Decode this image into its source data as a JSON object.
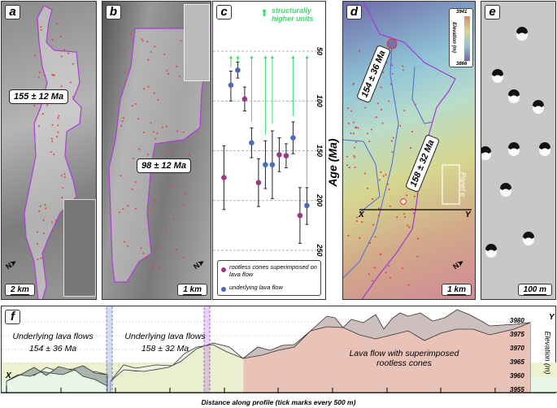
{
  "panels": {
    "a": {
      "label": "a",
      "age": "155 ± 12 Ma",
      "scale": "2 km",
      "north": "N"
    },
    "b": {
      "label": "b",
      "age": "98 ± 12 Ma",
      "scale": "1 km",
      "north": "N"
    },
    "d": {
      "label": "d",
      "ages": [
        "154 ± 36 Ma",
        "158 ± 32 Ma"
      ],
      "scale": "1 km",
      "north": "N",
      "legend": {
        "title": "Elevation (m)",
        "max": "3941",
        "min": "3866"
      },
      "profile_start": "X",
      "profile_end": "Y",
      "box_label": "Panel e"
    },
    "e": {
      "label": "e",
      "scale": "100 m"
    }
  },
  "chart_data": {
    "type": "scatter",
    "label": "c",
    "ylabel": "Age (Ma)",
    "ylim": [
      45,
      260
    ],
    "y_reversed": true,
    "yticks": [
      50,
      100,
      150,
      200,
      250
    ],
    "grid": true,
    "annotation": "structurally higher units",
    "legend": {
      "placement": "bottom",
      "entries": [
        {
          "name": "rootless cones superimposed on lava flow",
          "color": "#9b3a82"
        },
        {
          "name": "underlying lava flow",
          "color": "#4a6bb5"
        }
      ]
    },
    "points": [
      {
        "group": "rootless cones superimposed on lava flow",
        "age": 177,
        "low": 145,
        "high": 209,
        "arrow": false
      },
      {
        "group": "underlying lava flow",
        "age": 84,
        "low": 70,
        "high": 100,
        "arrow": true,
        "arrow_from": 66
      },
      {
        "group": "underlying lava flow",
        "age": 69,
        "low": 61,
        "high": 77,
        "arrow": true,
        "arrow_from": 63
      },
      {
        "group": "rootless cones superimposed on lava flow",
        "age": 98,
        "low": 86,
        "high": 110,
        "arrow": false
      },
      {
        "group": "underlying lava flow",
        "age": 142,
        "low": 127,
        "high": 157,
        "arrow": true,
        "arrow_from": 121
      },
      {
        "group": "rootless cones superimposed on lava flow",
        "age": 182,
        "low": 158,
        "high": 206,
        "arrow": false
      },
      {
        "group": "underlying lava flow",
        "age": 164,
        "low": 140,
        "high": 188,
        "arrow": true,
        "arrow_from": 134
      },
      {
        "group": "underlying lava flow",
        "age": 164,
        "low": 130,
        "high": 198,
        "arrow": true,
        "arrow_from": 123
      },
      {
        "group": "rootless cones superimposed on lava flow",
        "age": 154,
        "low": 137,
        "high": 171,
        "arrow": false
      },
      {
        "group": "rootless cones superimposed on lava flow",
        "age": 155,
        "low": 143,
        "high": 167,
        "arrow": false
      },
      {
        "group": "underlying lava flow",
        "age": 137,
        "low": 121,
        "high": 153,
        "arrow": true,
        "arrow_from": 115
      },
      {
        "group": "rootless cones superimposed on lava flow",
        "age": 215,
        "low": 187,
        "high": 243,
        "arrow": false
      },
      {
        "group": "underlying lava flow",
        "age": 205,
        "low": 187,
        "high": 224,
        "arrow": true,
        "arrow_from": 185
      }
    ],
    "colors": {
      "cones": "#9b3a82",
      "lava": "#4a6bb5",
      "arrow": "#3ddc6a"
    }
  },
  "profile": {
    "label": "f",
    "start": "X",
    "end": "Y",
    "units": [
      {
        "title": "Underlying lava flows",
        "age": "154 ± 36 Ma"
      },
      {
        "title": "Underlying lava flows",
        "age": "158 ± 32 Ma"
      },
      {
        "title": "Lava flow with superimposed",
        "title2": "rootless cones"
      }
    ],
    "ylabel": "Elevation (m)",
    "yticks": [
      "3980",
      "3975",
      "3970",
      "3965",
      "3960",
      "3955"
    ],
    "xlabel": "Distance along profile (tick marks every 500 m)"
  }
}
